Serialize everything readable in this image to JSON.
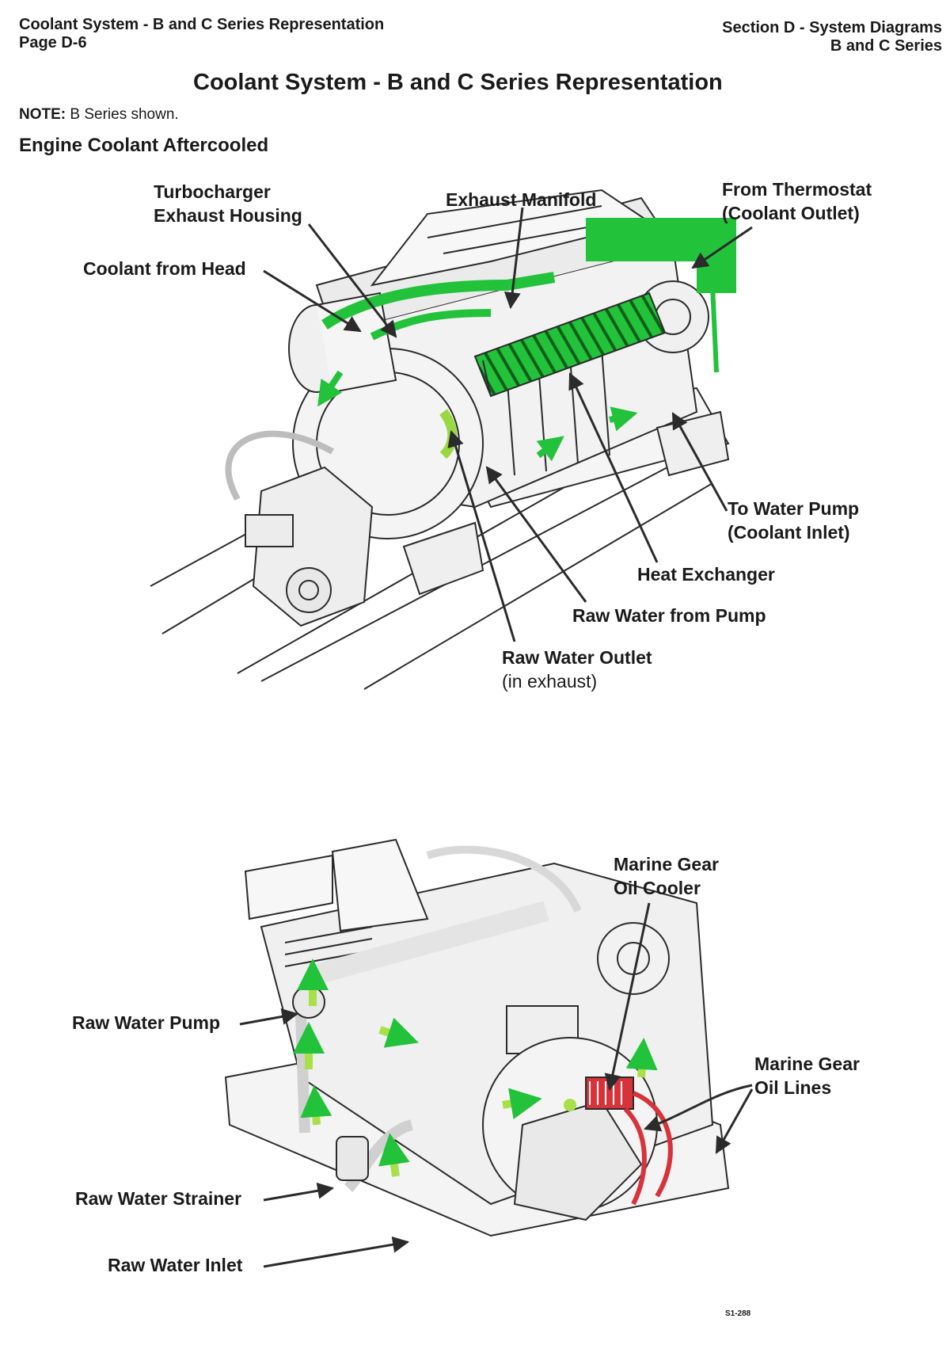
{
  "header": {
    "left_title": "Coolant System - B and C Series Representation",
    "page": "Page D-6",
    "right_section": "Section D - System Diagrams",
    "right_series": "B and C Series"
  },
  "main_title": "Coolant System - B and C Series Representation",
  "note": {
    "prefix": "NOTE:",
    "text": " B Series shown."
  },
  "subtitle": "Engine Coolant Aftercooled",
  "diagram_top": {
    "labels": {
      "turbo_line1": "Turbocharger",
      "turbo_line2": "Exhaust Housing",
      "exhaust_manifold": "Exhaust Manifold",
      "thermostat_line1": "From Thermostat",
      "thermostat_line2": "(Coolant Outlet)",
      "coolant_from_head": "Coolant from Head",
      "water_pump_line1": "To Water Pump",
      "water_pump_line2": "(Coolant Inlet)",
      "heat_exchanger": "Heat Exchanger",
      "raw_water_from_pump": "Raw Water from Pump",
      "raw_water_outlet_line1": "Raw Water Outlet",
      "raw_water_outlet_line2": "(in exhaust)"
    },
    "colors": {
      "coolant": "#22c23a",
      "line": "#2b2b2b"
    }
  },
  "diagram_bottom": {
    "labels": {
      "oil_cooler_line1": "Marine Gear",
      "oil_cooler_line2": "Oil Cooler",
      "raw_water_pump": "Raw Water Pump",
      "oil_lines_line1": "Marine Gear",
      "oil_lines_line2": "Oil Lines",
      "raw_water_strainer": "Raw Water Strainer",
      "raw_water_inlet": "Raw Water Inlet"
    },
    "colors": {
      "raw_water": "#a8e04a",
      "oil": "#d8323a"
    }
  },
  "figure_number": "S1-288"
}
